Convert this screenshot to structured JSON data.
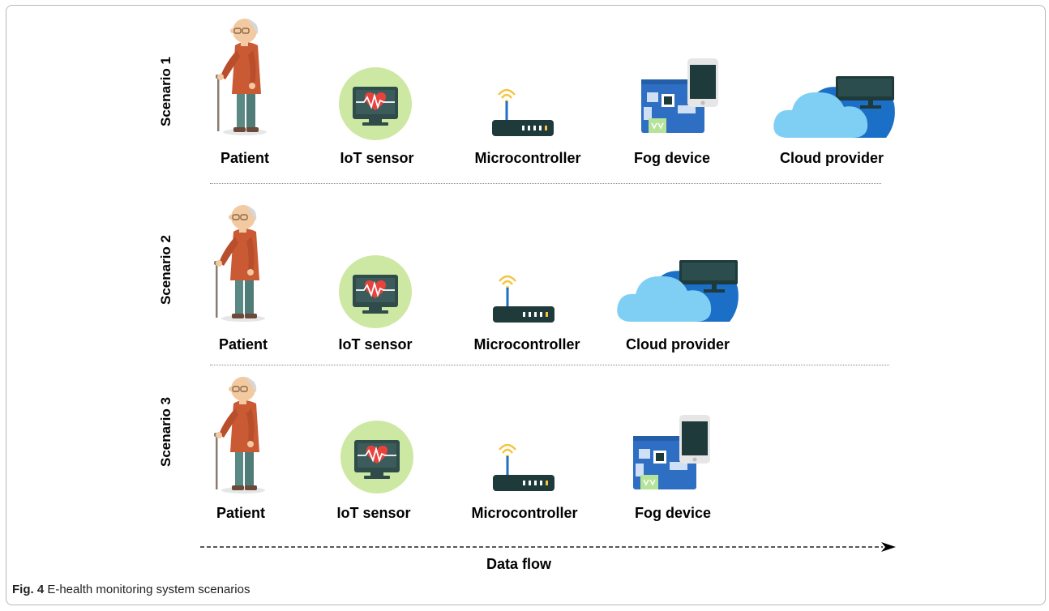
{
  "scenarios": [
    {
      "title": "Scenario 1",
      "nodes": [
        "Patient",
        "IoT sensor",
        "Microcontroller",
        "Fog device",
        "Cloud provider"
      ]
    },
    {
      "title": "Scenario 2",
      "nodes": [
        "Patient",
        "IoT sensor",
        "Microcontroller",
        "Cloud provider"
      ]
    },
    {
      "title": "Scenario 3",
      "nodes": [
        "Patient",
        "IoT sensor",
        "Microcontroller",
        "Fog device"
      ]
    }
  ],
  "flow_label": "Data flow",
  "caption": {
    "prefix": "Fig. 4",
    "text": "E-health monitoring system scenarios"
  },
  "colors": {
    "skin": "#f2c9a0",
    "shirt": "#c95a34",
    "trousers": "#5b8a84",
    "cane": "#8a7b73",
    "sensor_circle": "#cde8a3",
    "monitor": "#2f4b4a",
    "heart": "#e8423c",
    "router": "#1f3a3a",
    "wifi": "#f5c542",
    "board": "#2f6fc3",
    "phone": "#1f3a3a",
    "cloud_light": "#7fcff5",
    "cloud_dark": "#1b6fc6"
  }
}
